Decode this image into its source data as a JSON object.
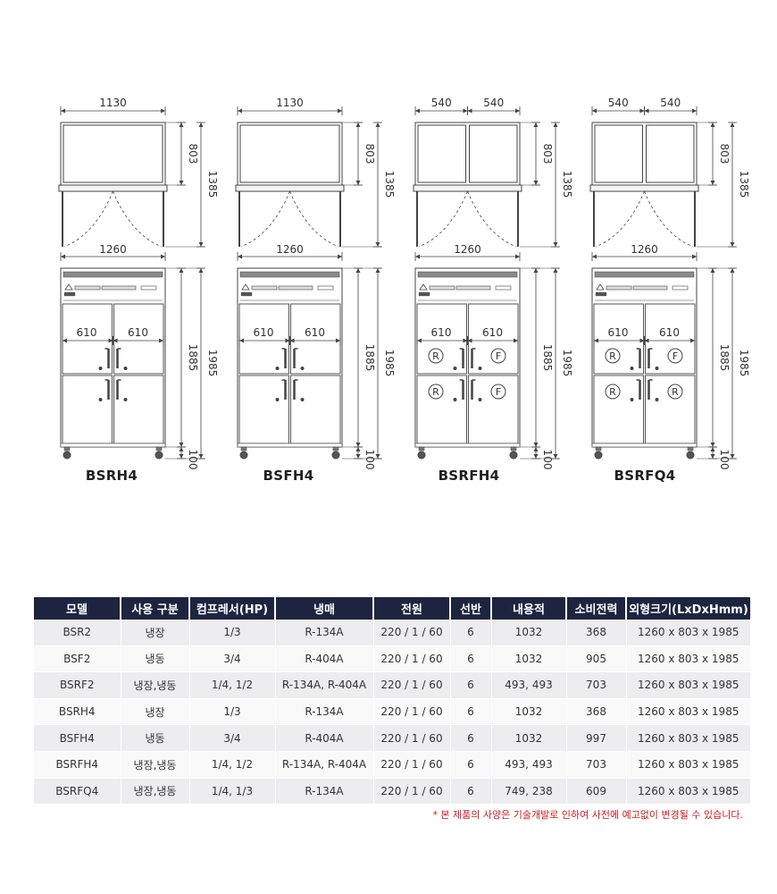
{
  "models": [
    {
      "name": "BSRH4",
      "top_view": {
        "width": "1130",
        "depth": "803",
        "height_with_doors": "1385"
      },
      "front_view": {
        "width": "1260",
        "left_door": "610",
        "right_door": "610",
        "total_height": "1985",
        "body_height": "1885",
        "leg_height": "100"
      },
      "door_badges": []
    },
    {
      "name": "BSFH4",
      "top_view": {
        "width": "1130",
        "depth": "803",
        "height_with_doors": "1385"
      },
      "front_view": {
        "width": "1260",
        "left_door": "610",
        "right_door": "610",
        "total_height": "1985",
        "body_height": "1885",
        "leg_height": "100"
      },
      "door_badges": []
    },
    {
      "name": "BSRFH4",
      "top_view": {
        "left_width": "540",
        "right_width": "540",
        "depth": "803",
        "height_with_doors": "1385"
      },
      "front_view": {
        "width": "1260",
        "left_door": "610",
        "right_door": "610",
        "total_height": "1985",
        "body_height": "1885",
        "leg_height": "100"
      },
      "door_badges": [
        "R",
        "F",
        "R",
        "F"
      ]
    },
    {
      "name": "BSRFQ4",
      "top_view": {
        "left_width": "540",
        "right_width": "540",
        "depth": "803",
        "height_with_doors": "1385"
      },
      "front_view": {
        "width": "1260",
        "left_door": "610",
        "right_door": "610",
        "total_height": "1985",
        "body_height": "1885",
        "leg_height": "100"
      },
      "door_badges": [
        "R",
        "F",
        "R",
        "R"
      ]
    }
  ],
  "spec_table": {
    "headers": [
      "모델",
      "사용 구분",
      "컴프레서(HP)",
      "냉매",
      "전원",
      "선반",
      "내용적",
      "소비전력",
      "외형크기(LxDxHmm)"
    ],
    "rows": [
      [
        "BSR2",
        "냉장",
        "1/3",
        "R-134A",
        "220 / 1 / 60",
        "6",
        "1032",
        "368",
        "1260 x 803 x 1985"
      ],
      [
        "BSF2",
        "냉동",
        "3/4",
        "R-404A",
        "220 / 1 / 60",
        "6",
        "1032",
        "905",
        "1260 x 803 x 1985"
      ],
      [
        "BSRF2",
        "냉장,냉동",
        "1/4, 1/2",
        "R-134A, R-404A",
        "220 / 1 / 60",
        "6",
        "493, 493",
        "703",
        "1260 x 803 x 1985"
      ],
      [
        "BSRH4",
        "냉장",
        "1/3",
        "R-134A",
        "220 / 1 / 60",
        "6",
        "1032",
        "368",
        "1260 x 803 x 1985"
      ],
      [
        "BSFH4",
        "냉동",
        "3/4",
        "R-404A",
        "220 / 1 / 60",
        "6",
        "1032",
        "997",
        "1260 x 803 x 1985"
      ],
      [
        "BSRFH4",
        "냉장,냉동",
        "1/4, 1/2",
        "R-134A, R-404A",
        "220 / 1 / 60",
        "6",
        "493, 493",
        "703",
        "1260 x 803 x 1985"
      ],
      [
        "BSRFQ4",
        "냉장,냉동",
        "1/4, 1/3",
        "R-134A",
        "220 / 1 / 60",
        "6",
        "749, 238",
        "609",
        "1260 x 803 x 1985"
      ]
    ]
  },
  "note": "* 본 제품의 사양은 기술개발로 인하여 사전에 예고없이 변경될 수 있습니다.",
  "colors": {
    "header_bg": "#1d2440",
    "header_text": "#ffffff",
    "row_odd": "#ededef",
    "row_even": "#f9f9fa",
    "note_text": "#d0191f",
    "line": "#444444"
  }
}
